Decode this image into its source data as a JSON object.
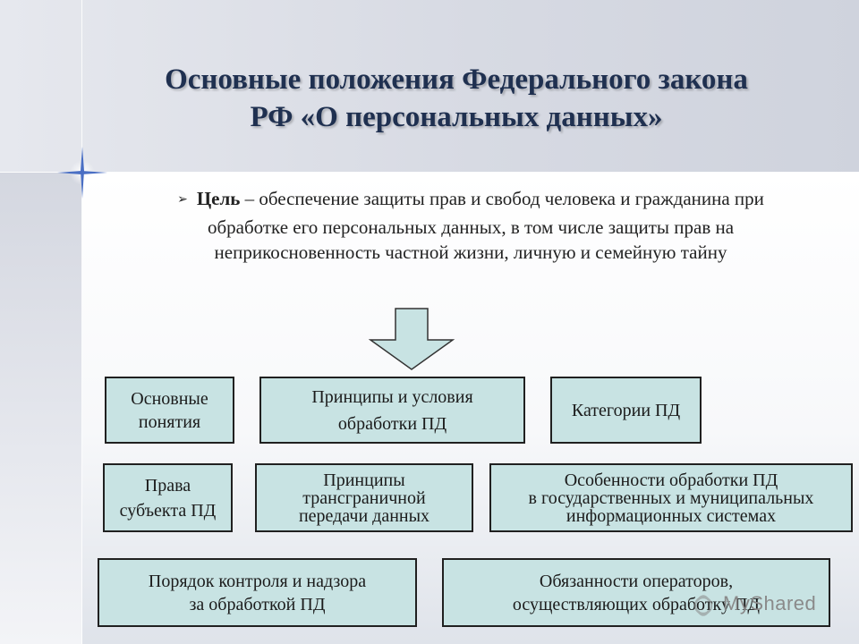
{
  "slide": {
    "title_line1": "Основные положения Федерального закона",
    "title_line2": "РФ «О персональных данных»",
    "goal": {
      "bullet": "➢",
      "label": "Цель",
      "text": " – обеспечение защиты прав и свобод человека и гражданина при обработке его персональных данных, в том числе защиты прав на неприкосновенность частной жизни, личную и семейную тайну"
    }
  },
  "boxes": {
    "basic_concepts": "Основные\nпонятия",
    "principles_conditions": "Принципы и условия\nобработки ПД",
    "categories": "Категории ПД",
    "subject_rights": "Права\nсубъекта ПД",
    "cross_border": "Принципы\nтрансграничной\nпередачи данных",
    "state_systems": "Особенности обработки ПД\nв государственных и муниципальных\nинформационных системах",
    "control": "Порядок контроля и надзора\nза обработкой ПД",
    "operators": "Обязанности операторов,\nосуществляющих обработку ПД"
  },
  "watermark": {
    "text": "MyShared",
    "icon": "myshared-logo-icon"
  },
  "colors": {
    "title": "#1f3050",
    "box_fill": "#c8e3e3",
    "box_border": "#202020",
    "arrow_fill": "#c8e3e3"
  }
}
